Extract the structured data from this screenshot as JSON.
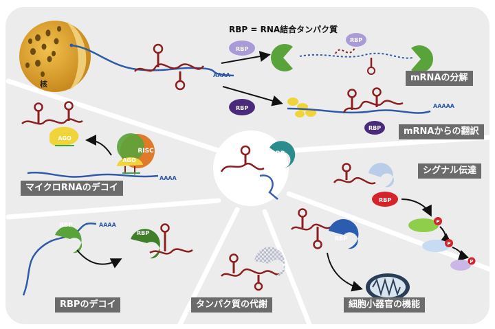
{
  "diagram": {
    "title": "RBP = RNA結合タンパク質",
    "nucleus_label": "核",
    "protein_labels": {
      "rbp": "RBP",
      "ago": "AGO",
      "risc": "RISC",
      "p": "P"
    },
    "polya": "AAAA",
    "polya_long": "AAAAA",
    "sections": {
      "decay": "mRNAの分解",
      "translation": "mRNAからの翻訳",
      "mirna_decoy": "マイクロRNAのデコイ",
      "signaling": "シグナル伝達",
      "rbp_decoy": "RBPのデコイ",
      "metabolism": "タンパク質の代謝",
      "organelle": "細胞小器官の機能"
    }
  }
}
